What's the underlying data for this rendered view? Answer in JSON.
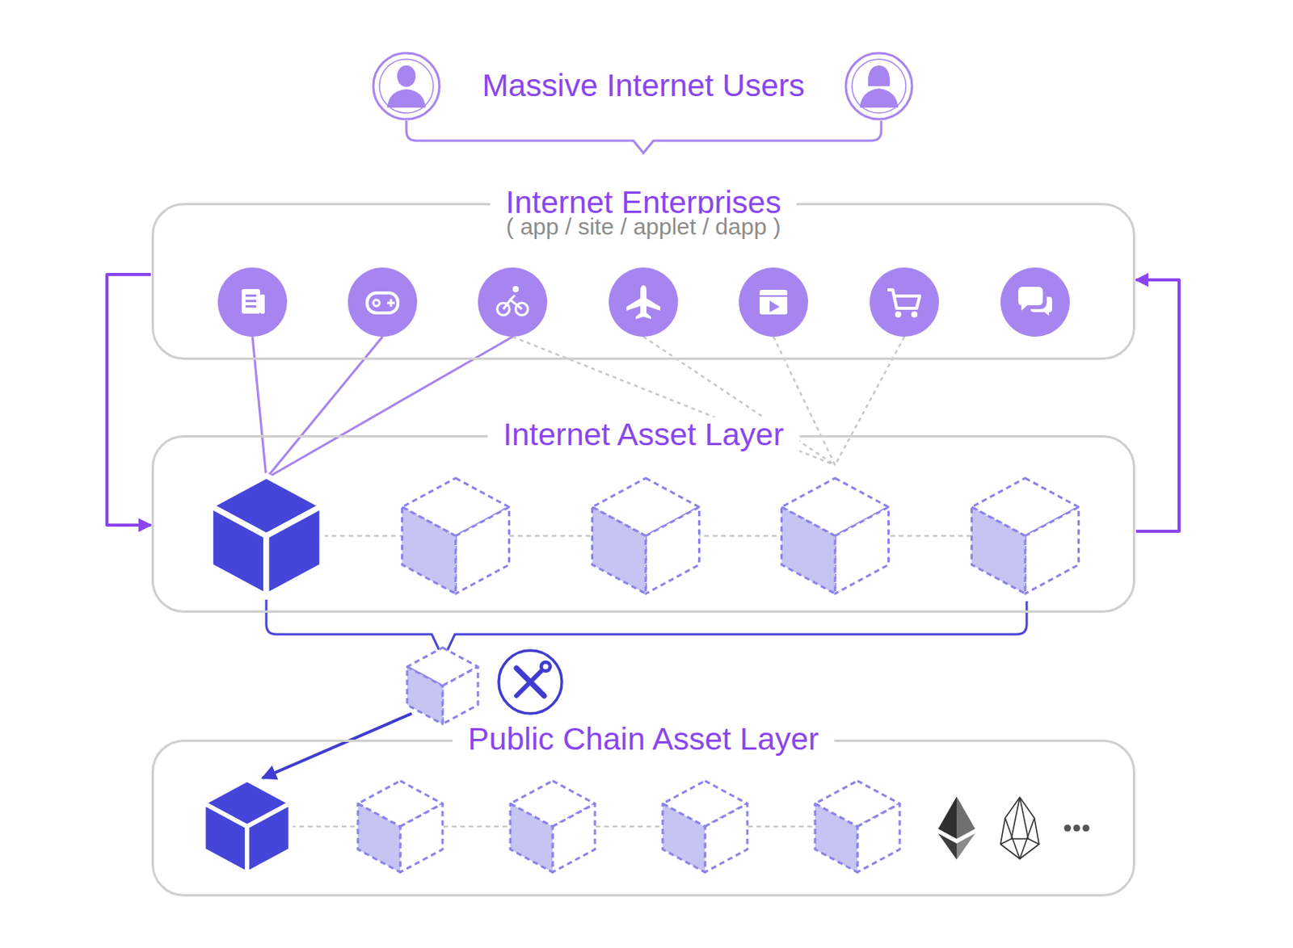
{
  "diagram": {
    "nodes": [
      {
        "text": [
          "Internet Enterprises",
          "( app / site / applet / dapp )"
        ]
      },
      {
        "text": [
          "Internet Asset Layer"
        ]
      },
      {
        "text": [
          "Public Chain Asset Layer"
        ]
      }
    ],
    "edges": [
      {
        "from": 0,
        "to": 1,
        "arrow": "to"
      },
      {
        "from": 1,
        "to": 0,
        "arrow": "to"
      },
      {
        "from": 1,
        "to": 2,
        "arrow": "to"
      }
    ],
    "labels": [
      "Massive Internet Users"
    ]
  }
}
